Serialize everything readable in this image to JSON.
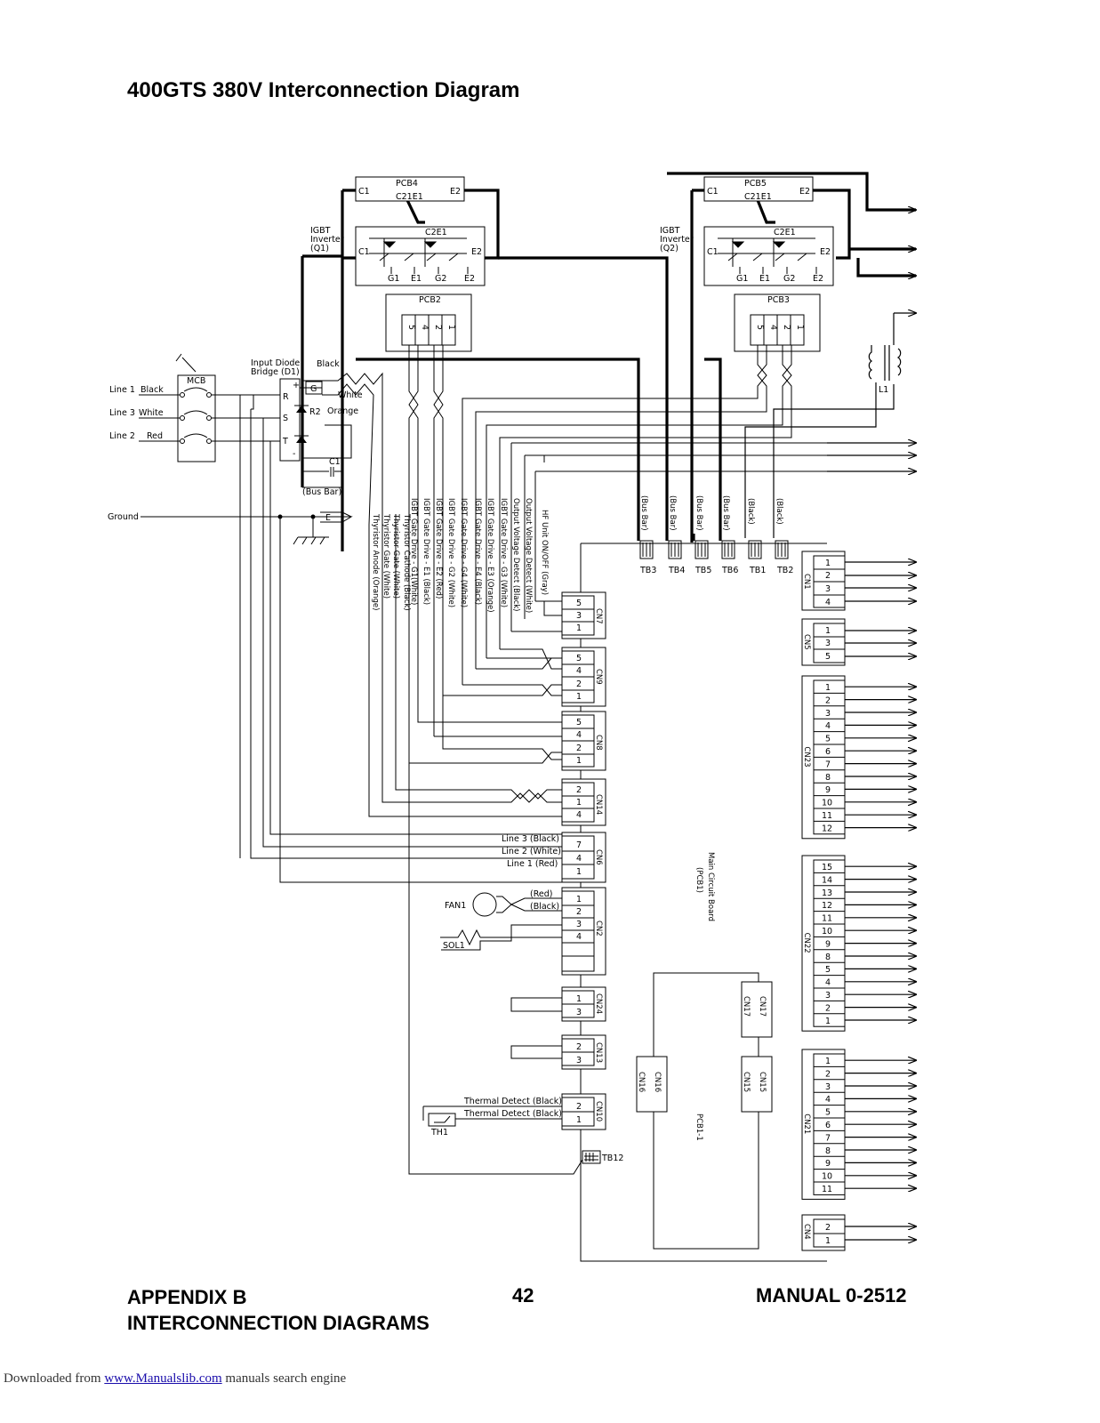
{
  "title": "400GTS 380V Interconnection Diagram",
  "footer": {
    "section": "APPENDIX B",
    "section_title": "INTERCONNECTION DIAGRAMS",
    "page_number": "42",
    "manual": "MANUAL 0-2512"
  },
  "download": {
    "prefix": "Downloaded from",
    "link": "www.Manualslib.com",
    "suffix": "manuals search engine"
  },
  "diagram": {
    "pcb4": {
      "name": "PCB4",
      "c1": "C1",
      "c2e1": "C21E1",
      "e2": "E2"
    },
    "pcb5": {
      "name": "PCB5",
      "c1": "C1",
      "c2e1": "C21E1",
      "e2": "E2"
    },
    "igbt_q1": {
      "line1": "IGBT",
      "line2": "Inverter",
      "line3": "(Q1)",
      "c1": "C1",
      "c2e1": "C2E1",
      "e2": "E2",
      "g1": "G1",
      "e1": "E1",
      "g2": "G2",
      "e2b": "E2"
    },
    "igbt_q2": {
      "line1": "IGBT",
      "line2": "Inverter",
      "line3": "(Q2)",
      "c1": "C1",
      "c2e1": "C2E1",
      "e2": "E2",
      "g1": "G1",
      "e1": "E1",
      "g2": "G2",
      "e2b": "E2"
    },
    "pcb2": {
      "name": "PCB2",
      "pins": [
        "5",
        "4",
        "2",
        "1"
      ]
    },
    "pcb3": {
      "name": "PCB3",
      "pins": [
        "5",
        "4",
        "2",
        "1"
      ]
    },
    "input_bridge": {
      "line1": "Input Diode",
      "line2": "Bridge (D1)",
      "r": "R",
      "s": "S",
      "t": "T",
      "plus": "+",
      "minus": "-",
      "g": "G",
      "r2": "R2"
    },
    "mcb": "MCB",
    "lines": [
      {
        "name": "Line 1",
        "color": "Black"
      },
      {
        "name": "Line 3",
        "color": "White"
      },
      {
        "name": "Line 2",
        "color": "Red"
      }
    ],
    "ground": "Ground",
    "earth": "E",
    "wire_black": "Black",
    "wire_white": "White",
    "wire_orange": "Orange",
    "c1": "C1",
    "bus_bar": "(Bus Bar)",
    "l1": "L1",
    "vertical_labels": [
      "Thyristor Anode (Orange)",
      "Thyristor Gate (White)",
      "Thyristor Gate (White)",
      "Thyristor Cathode (Black)",
      "IGBT Gate Drive - G1(White)",
      "IGBT Gate Drive - E1 (Black)",
      "IGBT Gate Drive - E2 (Red)",
      "IGBT Gate Drive - G2 (White)",
      "IGBT Gate Drive - G4 (White)",
      "IGBT Gate Drive - E4 (Black)",
      "IGBT Gate Drive - E3 (Orange)",
      "IGBT Gate Drive - G3 (White)",
      "Output Voltage Detect (Black)",
      "Output Voltage Detect (White)",
      "HF Unit ON/OFF (Gray)"
    ],
    "tb_wire_labels": [
      "(Bus Bar)",
      "(Bus Bar)",
      "(Bus Bar)",
      "(Bus Bar)",
      "(Black)",
      "(Black)"
    ],
    "terminal_blocks": [
      "TB3",
      "TB4",
      "TB5",
      "TB6",
      "TB1",
      "TB2"
    ],
    "cn7": {
      "name": "CN7",
      "pins": [
        "5",
        "3",
        "1"
      ]
    },
    "cn9": {
      "name": "CN9",
      "pins": [
        "5",
        "4",
        "2",
        "1"
      ]
    },
    "cn8": {
      "name": "CN8",
      "pins": [
        "5",
        "4",
        "2",
        "1"
      ]
    },
    "cn14": {
      "name": "CN14",
      "pins": [
        "2",
        "1",
        "4"
      ]
    },
    "cn6": {
      "name": "CN6",
      "pins": [
        "7",
        "4",
        "1"
      ],
      "labels": [
        "Line 3 (Black)",
        "Line 2 (White)",
        "Line 1 (Red)"
      ]
    },
    "cn2": {
      "name": "CN2",
      "pins": [
        "1",
        "2",
        "3",
        "4"
      ]
    },
    "fan": {
      "name": "FAN1",
      "red": "(Red)",
      "black": "(Black)"
    },
    "sol": "SOL1",
    "cn24": {
      "name": "CN24",
      "pins": [
        "1",
        "3"
      ]
    },
    "cn13": {
      "name": "CN13",
      "pins": [
        "2",
        "3"
      ]
    },
    "cn10": {
      "name": "CN10",
      "pins": [
        "2",
        "1"
      ],
      "labels": [
        "Thermal Detect (Black)",
        "Thermal Detect (Black)"
      ]
    },
    "th1": "TH1",
    "tb12": "TB12",
    "main_board": {
      "line1": "Main Circuit Board",
      "line2": "(PCB1)"
    },
    "pcb1_1": "PCB1-1",
    "cn16": "CN16",
    "cn17": "CN17",
    "cn15": "CN15",
    "cn1": {
      "name": "CN1",
      "pins": [
        "1",
        "2",
        "3",
        "4"
      ]
    },
    "cn5": {
      "name": "CN5",
      "pins": [
        "1",
        "3",
        "5"
      ]
    },
    "cn23": {
      "name": "CN23",
      "pins": [
        "1",
        "2",
        "3",
        "4",
        "5",
        "6",
        "7",
        "8",
        "9",
        "10",
        "11",
        "12"
      ]
    },
    "cn22": {
      "name": "CN22",
      "pins": [
        "15",
        "14",
        "13",
        "12",
        "11",
        "10",
        "9",
        "8",
        "5",
        "4",
        "3",
        "2",
        "1"
      ]
    },
    "cn21": {
      "name": "CN21",
      "pins": [
        "1",
        "2",
        "3",
        "4",
        "5",
        "6",
        "7",
        "8",
        "9",
        "10",
        "11"
      ]
    },
    "cn4": {
      "name": "CN4",
      "pins": [
        "2",
        "1"
      ]
    }
  }
}
